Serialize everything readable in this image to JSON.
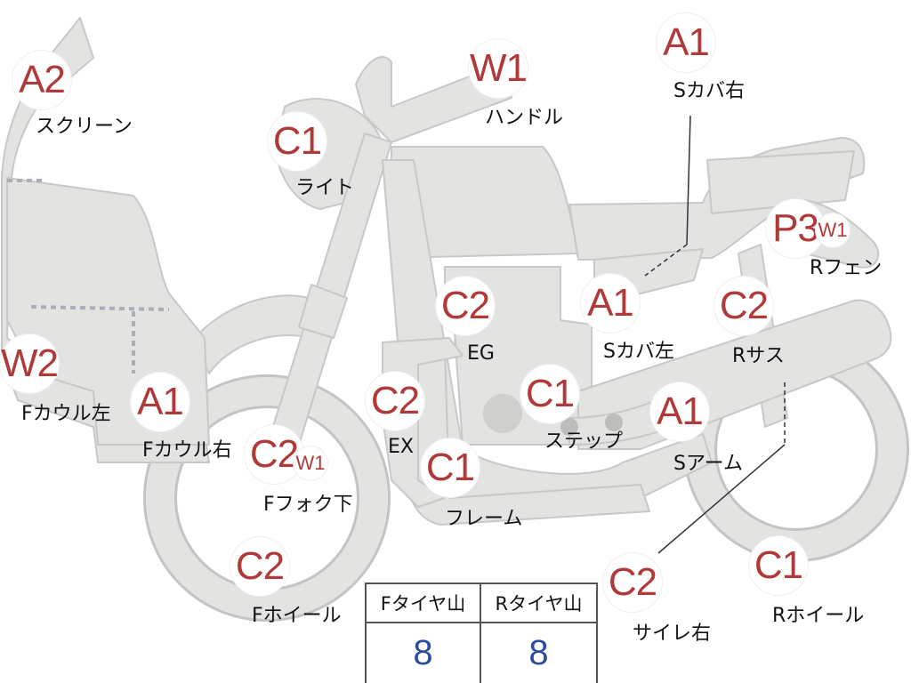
{
  "parts": [
    {
      "id": "screen",
      "grade": "A2",
      "label": "スクリーン"
    },
    {
      "id": "handle",
      "grade": "W1",
      "label": "ハンドル"
    },
    {
      "id": "s-cover-right",
      "grade": "A1",
      "label": "Sカバ右"
    },
    {
      "id": "light",
      "grade": "C1",
      "label": "ライト"
    },
    {
      "id": "r-fender",
      "grade": "P3",
      "grade2": "W1",
      "label": "Rフェン"
    },
    {
      "id": "eg",
      "grade": "C2",
      "label": "EG"
    },
    {
      "id": "s-cover-left",
      "grade": "A1",
      "label": "Sカバ左"
    },
    {
      "id": "r-sus",
      "grade": "C2",
      "label": "Rサス"
    },
    {
      "id": "f-cowl-left",
      "grade": "W2",
      "label": "Fカウル左"
    },
    {
      "id": "f-cowl-right",
      "grade": "A1",
      "label": "Fカウル右"
    },
    {
      "id": "ex",
      "grade": "C2",
      "label": "EX"
    },
    {
      "id": "step",
      "grade": "C1",
      "label": "ステップ"
    },
    {
      "id": "s-arm",
      "grade": "A1",
      "label": "Sアーム"
    },
    {
      "id": "f-fork-lower",
      "grade": "C2",
      "grade2": "W1",
      "label": "Fフォク下"
    },
    {
      "id": "frame",
      "grade": "C1",
      "label": "フレーム"
    },
    {
      "id": "f-wheel",
      "grade": "C2",
      "label": "Fホイール"
    },
    {
      "id": "silencer-right",
      "grade": "C2",
      "label": "サイレ右"
    },
    {
      "id": "r-wheel",
      "grade": "C1",
      "label": "Rホイール"
    }
  ],
  "tire_table": {
    "headers": [
      "Fタイヤ山",
      "Rタイヤ山"
    ],
    "values": [
      "8",
      "8"
    ]
  },
  "colors": {
    "grade_text": "#b03a3a",
    "tread_value": "#2c4aa0",
    "bike_fill": "#e3e3e1",
    "bike_stroke": "#c8c8c6"
  }
}
